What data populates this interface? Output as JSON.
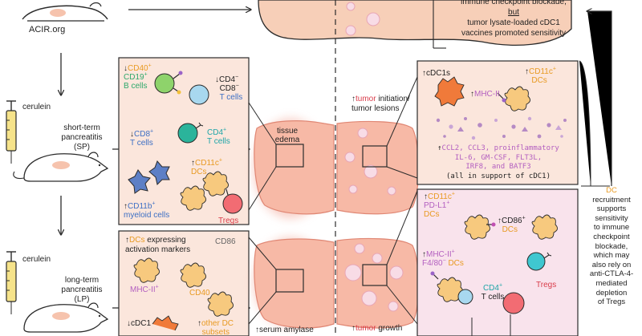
{
  "colors": {
    "outline": "#2b2b2b",
    "pancreas": "#f7cfb8",
    "pancreas_glow": "#f2a595",
    "lesion": "#f8dce6",
    "panel_peach": "#fbe6dc",
    "panel_pink": "#f9e3ec",
    "bcell": "#8ed36b",
    "cd4": "#2bb49b",
    "cd8": "#a8d8ef",
    "myeloid": "#5d7fc6",
    "dc": "#f7c97e",
    "treg": "#f26c73",
    "cdc1": "#f07a3a",
    "text_orange": "#e89a22",
    "text_purple": "#8f3fa6"
  },
  "header": {
    "logo": "ACIR.org",
    "top_right_line1": "immune checkpoint blockade,",
    "top_right_but": "but",
    "top_right_line2": "tumor lysate-loaded cDC1",
    "top_right_line3": "vaccines promoted sensitivity"
  },
  "left": {
    "sp_drug": "cerulein",
    "sp_line1": "short-term",
    "sp_line2": "pancreatitis",
    "sp_line3": "(SP)",
    "lp_drug": "cerulein",
    "lp_line1": "long-term",
    "lp_line2": "pancreatitis",
    "lp_line3": "(LP)"
  },
  "sp_panel": {
    "cd40_arrow": "↓",
    "cd40": "CD40",
    "cd40_sup": "+",
    "cd19": "CD19",
    "cd19_sup": "+",
    "bcells": "B cells",
    "cd4neg_arrow": "↓",
    "cd4neg": "CD4",
    "cd4neg_sup": "−",
    "cd8neg": "CD8",
    "cd8neg_sup": "−",
    "cd4neg_tcells": "T cells",
    "cd8_arrow": "↓",
    "cd8": "CD8",
    "cd8_sup": "+",
    "cd8_tcells": "T cells",
    "cd4": "CD4",
    "cd4_sup": "+",
    "cd4_tcells": "T cells",
    "cd11c_arrow": "↑",
    "cd11c": "CD11c",
    "cd11c_sup": "+",
    "cd11c_dcs": "DCs",
    "cd11b_arrow": "↑",
    "cd11b": "CD11b",
    "cd11b_sup": "+",
    "myeloid": "myeloid cells",
    "tregs": "Tregs"
  },
  "lp_panel": {
    "dc_arrow": "↑",
    "dcs": "DCs",
    "expressing": "expressing",
    "activation": "activation markers",
    "cd86": "CD86",
    "mhc": "MHC-II",
    "mhc_sup": "+",
    "cd40": "CD40",
    "cdc1_arrow": "↓",
    "cdc1": "cDC1",
    "other_arrow": "↑",
    "other1": "other DC",
    "other2": "subsets"
  },
  "middle": {
    "tissue1": "tissue",
    "tissue2": "edema",
    "amylase_arrow": "↑",
    "amylase": "serum amylase"
  },
  "right_top": {
    "tumor_arrow": "↑",
    "tumor": "tumor",
    "initiation": "initiation/",
    "lesions": "tumor lesions",
    "cdc1s_arrow": "↑",
    "cdc1s": "cDC1s",
    "mhc_arrow": "↑",
    "mhc": "MHC-II",
    "cd11c_arrow": "↑",
    "cd11c": "CD11c",
    "cd11c_sup": "+",
    "cd11c_dcs": "DCs",
    "cyto_arrow": "↑",
    "cyto1": "CCL2, CCL3, proinflammatory",
    "cyto2": "IL-6, GM-CSF, FLT3L,",
    "cyto3": "IRF8, and BATF3",
    "cyto4": "(all in support of cDC1)"
  },
  "right_bottom": {
    "tumor_arrow": "↑",
    "tumor": "tumor",
    "growth": "growth",
    "cd11c_arrow": "↑",
    "cd11c": "CD11c",
    "cd11c_sup": "+",
    "pdl1": "PD-L1",
    "pdl1_sup": "+",
    "dcs": "DCs",
    "cd86_arrow": "↑",
    "cd86": "CD86",
    "cd86_sup": "+",
    "cd86_dcs": "DCs",
    "mhc_arrow": "↑",
    "mhc": "MHC-II",
    "mhc_sup": "+",
    "f480": "F4/80",
    "f480_sup": "−",
    "f480_dcs": "DCs",
    "cd4": "CD4",
    "cd4_sup": "+",
    "cd4_tcells": "T cells",
    "tregs": "Tregs"
  },
  "side_note": {
    "line1": "DC",
    "line2": "recruitment",
    "line3": "supports",
    "line4": "sensitivity",
    "line5": "to immune",
    "line6": "checkpoint",
    "line7": "blockade,",
    "line8": "which may",
    "line9": "also rely on",
    "line10": "anti-CTLA-4-",
    "line11": "mediated",
    "line12": "depletion",
    "line13": "of Tregs"
  }
}
